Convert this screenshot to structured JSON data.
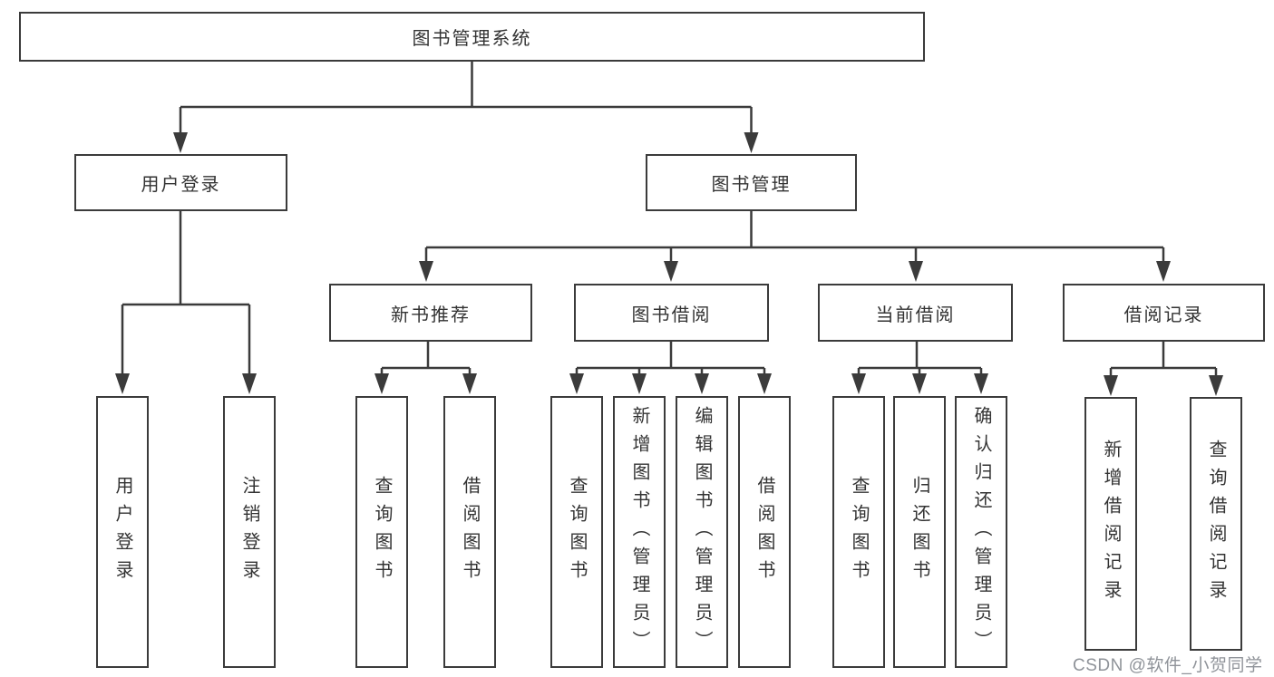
{
  "diagram": {
    "root": "图书管理系统",
    "branches": [
      {
        "label": "用户登录",
        "children": [
          "用户登录",
          "注销登录"
        ]
      },
      {
        "label": "图书管理",
        "children": [
          {
            "label": "新书推荐",
            "children": [
              "查询图书",
              "借阅图书"
            ]
          },
          {
            "label": "图书借阅",
            "children": [
              "查询图书",
              "新增图书（管理员）",
              "编辑图书（管理员）",
              "借阅图书"
            ]
          },
          {
            "label": "当前借阅",
            "children": [
              "查询图书",
              "归还图书",
              "确认归还（管理员）"
            ]
          },
          {
            "label": "借阅记录",
            "children": [
              "新增借阅记录",
              "查询借阅记录"
            ]
          }
        ]
      }
    ]
  },
  "watermark": "CSDN @软件_小贺同学",
  "colors": {
    "line": "#3b3b3b",
    "text": "#333333",
    "watermark": "#8f9399",
    "background": "#ffffff"
  }
}
